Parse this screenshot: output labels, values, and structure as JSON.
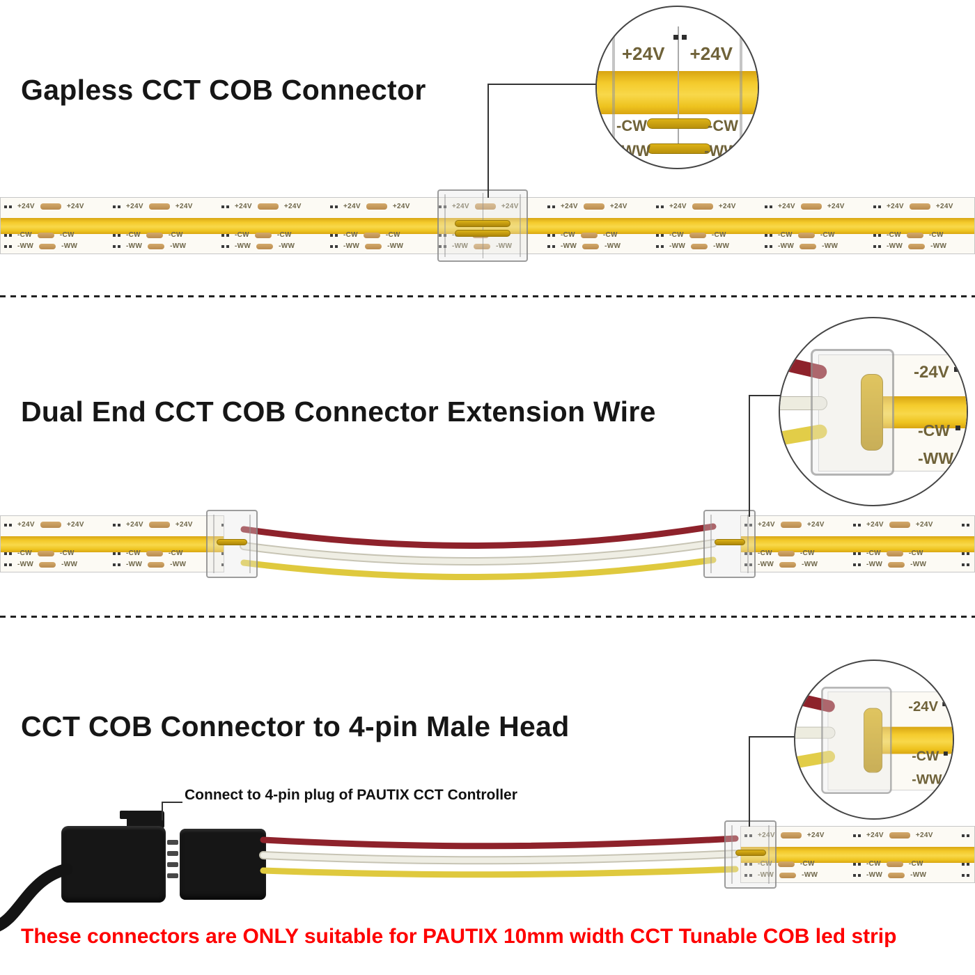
{
  "sections": {
    "gapless": {
      "title": "Gapless CCT COB Connector"
    },
    "dual_end": {
      "title": "Dual End CCT COB Connector Extension Wire"
    },
    "male_head": {
      "title": "CCT COB Connector to 4-pin Male Head",
      "note": "Connect to 4-pin plug of PAUTIX CCT Controller"
    }
  },
  "strip_labels": {
    "positive": "+24V",
    "negative24": "-24V",
    "cool_white": "-CW",
    "warm_white": "-WW"
  },
  "footer": {
    "warning": "These connectors are ONLY suitable for PAUTIX 10mm width CCT Tunable COB led strip"
  },
  "colors": {
    "cob_band_yellow": "#f2c71d",
    "pad_copper": "#c49a62",
    "wire_dark_red": "#8e222b",
    "wire_white": "#edecdf",
    "wire_yellow": "#e2cd48",
    "connector_black": "#161616",
    "warning_red": "#fe0000",
    "title_text": "#161616"
  }
}
